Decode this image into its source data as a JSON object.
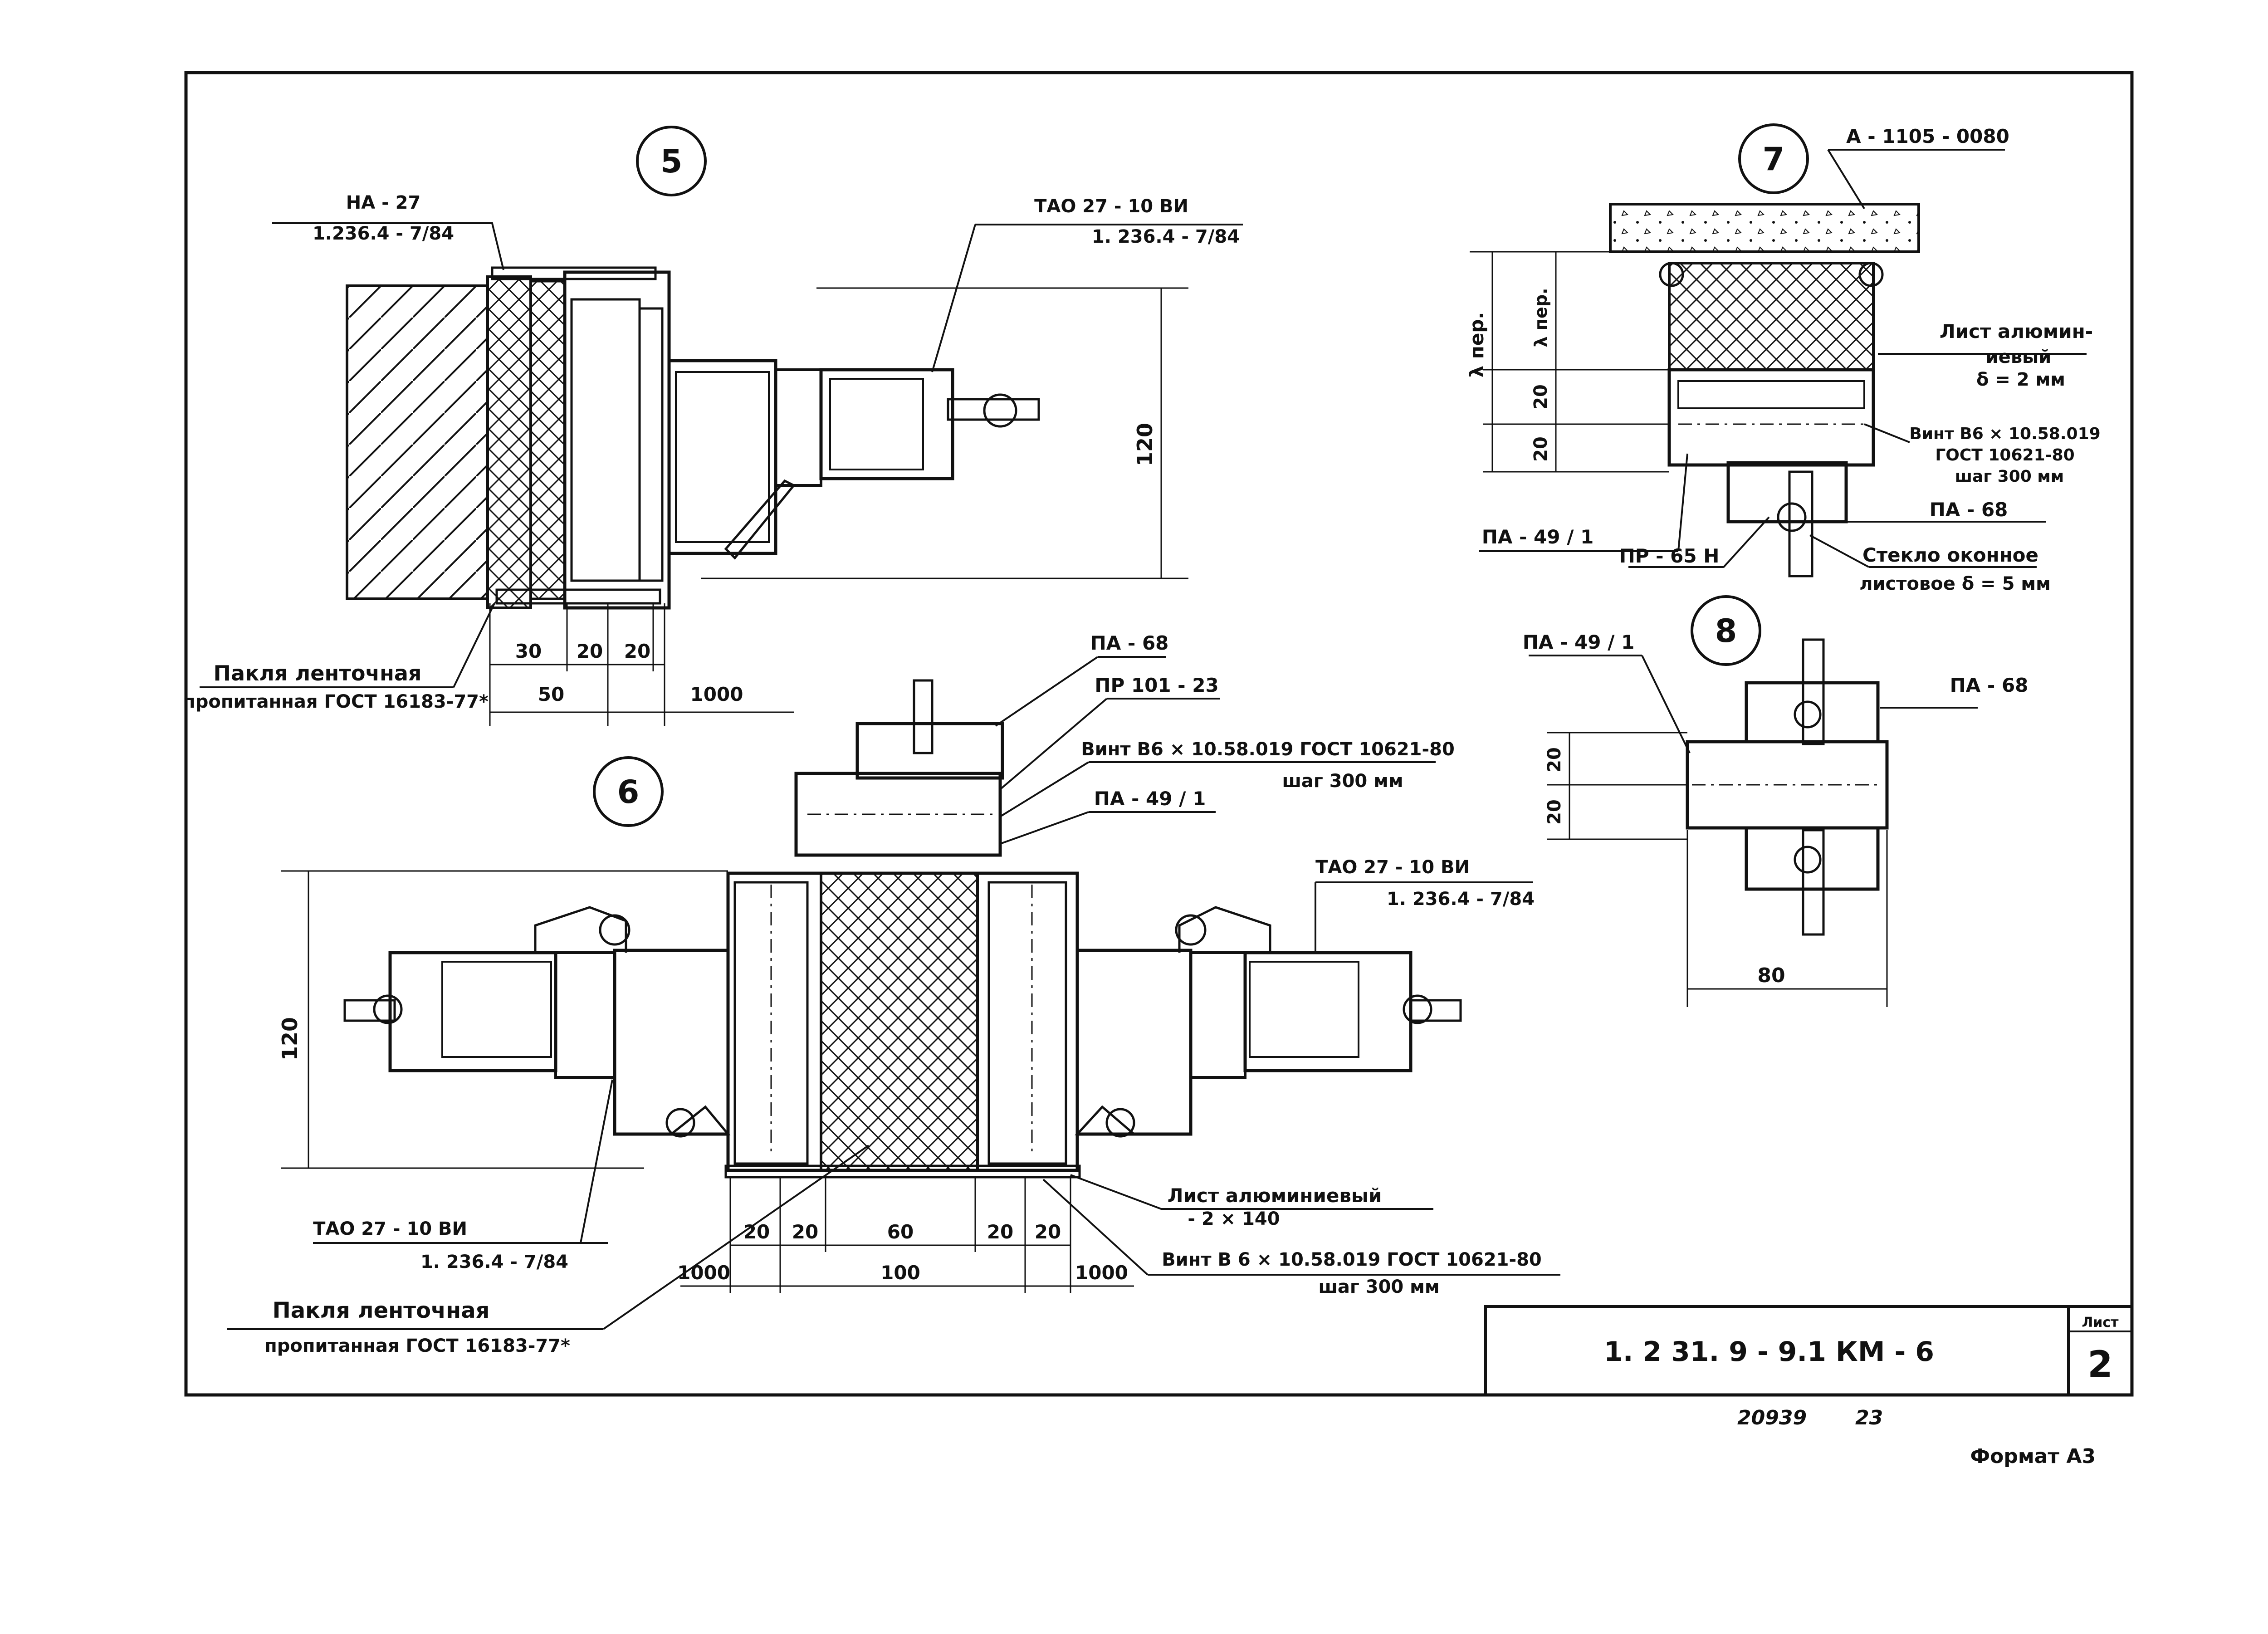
{
  "title_block": {
    "code": "1. 2 31. 9 - 9.1  КМ - 6",
    "sheet_label": "Лист",
    "sheet_number": "2"
  },
  "footer": {
    "inv_number": "20939",
    "page": "23",
    "format": "Формат А3"
  },
  "detail5": {
    "marker": "5",
    "label_na27": "НА - 27",
    "label_na27_ref": "1.236.4 - 7/84",
    "label_tao": "ТАО  27 - 10 ВИ",
    "label_tao_ref": "1. 236.4 - 7/84",
    "label_pakla1": "Пакля ленточная",
    "label_pakla2": "пропитанная  ГОСТ 16183-77*",
    "dim_120": "120",
    "dim_30": "30",
    "dim_20a": "20",
    "dim_20b": "20",
    "dim_50": "50",
    "dim_1000": "1000"
  },
  "detail6": {
    "marker": "6",
    "label_pa68": "ПА - 68",
    "label_pr101": "ПР 101 - 23",
    "label_vint1": "Винт  В6 × 10.58.019  ГОСТ 10621-80",
    "label_vint1_step": "шаг  300 мм",
    "label_pa49": "ПА - 49 / 1",
    "label_tao_r": "ТАО  27 - 10 ВИ",
    "label_tao_r_ref": "1. 236.4 - 7/84",
    "label_tao_l": "ТАО  27 - 10 ВИ",
    "label_tao_l_ref": "1. 236.4 - 7/84",
    "label_list": "Лист  алюминиевый",
    "label_list_dim": "- 2 × 140",
    "label_vint2": "Винт  В 6 × 10.58.019  ГОСТ 10621-80",
    "label_vint2_step": "шаг  300 мм",
    "label_pakla1": "Пакля  ленточная",
    "label_pakla2": "пропитанная  ГОСТ 16183-77*",
    "dim_120": "120",
    "dim_20a": "20",
    "dim_20b": "20",
    "dim_60": "60",
    "dim_20c": "20",
    "dim_20d": "20",
    "dim_1000a": "1000",
    "dim_100": "100",
    "dim_1000b": "1000"
  },
  "detail7": {
    "marker": "7",
    "label_a1105": "А - 1105 - 0080",
    "label_list1": "Лист  алюмин-",
    "label_list2": "иевый",
    "label_list3": "δ = 2 мм",
    "label_vint1": "Винт В6 × 10.58.019",
    "label_vint2": "ГОСТ 10621-80",
    "label_vint3": "шаг  300 мм",
    "label_pa68": "ПА - 68",
    "label_pa49": "ПА - 49 / 1",
    "label_pr65": "ПР - 65 Н",
    "label_steklo1": "Стекло  оконное",
    "label_steklo2": "листовое  δ = 5 мм",
    "dim_lper1": "λ пер.",
    "dim_lper2": "λ пер.",
    "dim_20a": "20",
    "dim_20b": "20"
  },
  "detail8": {
    "marker": "8",
    "label_pa49": "ПА - 49 / 1",
    "label_pa68": "ПА - 68",
    "dim_20a": "20",
    "dim_20b": "20",
    "dim_80": "80"
  }
}
